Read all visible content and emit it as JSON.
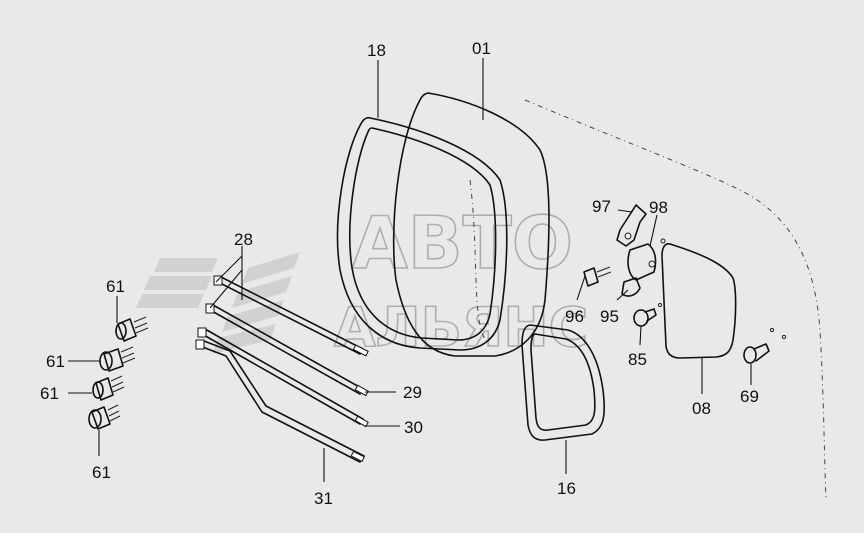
{
  "watermark": {
    "line1": "АВТО",
    "line2": "АЛЬЯНС"
  },
  "callouts": {
    "c18": "18",
    "c01": "01",
    "c97": "97",
    "c98": "98",
    "c28": "28",
    "c96": "96",
    "c95": "95",
    "c85": "85",
    "c61a": "61",
    "c61b": "61",
    "c61c": "61",
    "c61d": "61",
    "c29": "29",
    "c30": "30",
    "c31": "31",
    "c16": "16",
    "c08": "08",
    "c69": "69"
  }
}
